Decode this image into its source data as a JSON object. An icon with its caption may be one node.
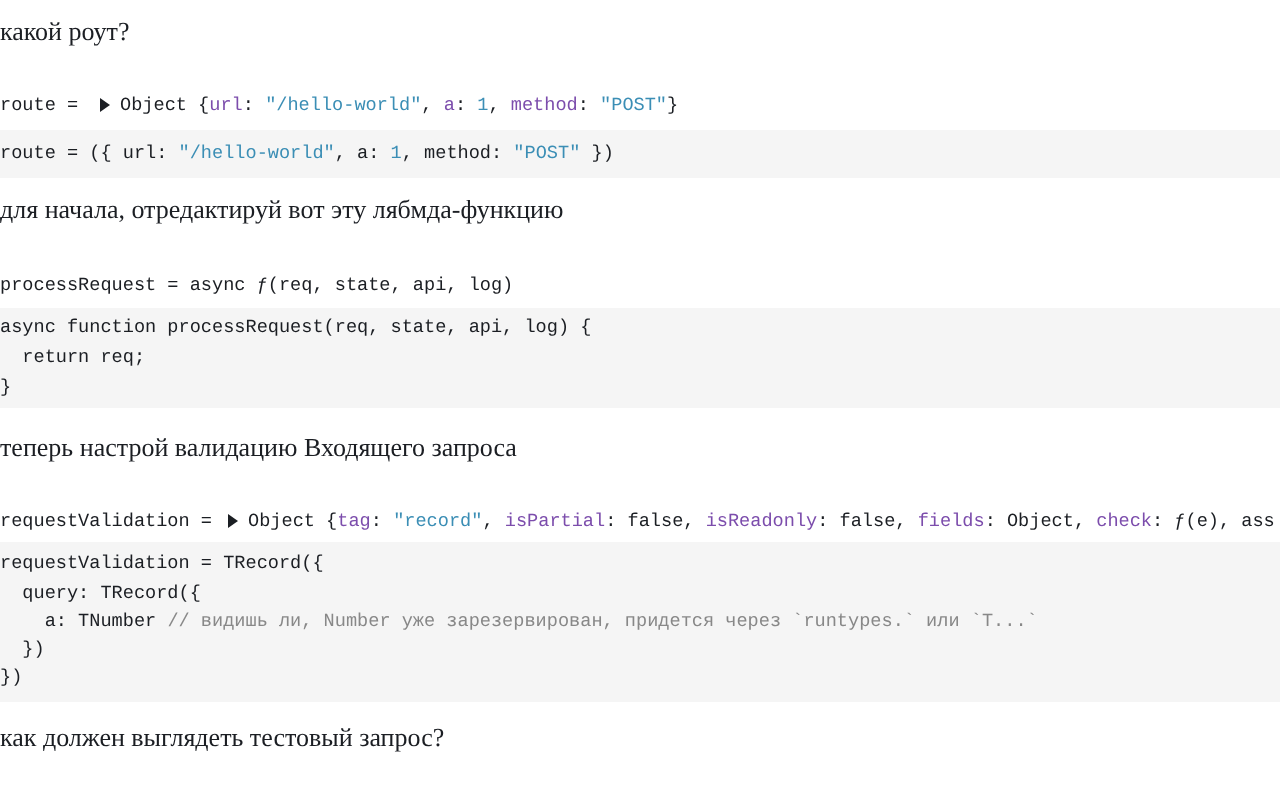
{
  "diagram": {
    "labels": [
      "какой роут?",
      "route =",
      "Object {url: \"/hello-world\", a: 1, method: \"POST\"}",
      "route = ({ url: \"/hello-world\", a: 1, method: \"POST\" })",
      "для начала, отредактируй вот эту лябмда-функцию",
      "processRequest = async ƒ(req, state, api, log)",
      "async function processRequest(req, state, api, log) {",
      "  return req;",
      "}",
      "теперь настрой валидацию Входящего запроса",
      "requestValidation =",
      "Object {tag: \"record\", isPartial: false, isReadonly: false, fields: Object, check: ƒ(e), ass",
      "requestValidation = TRecord({",
      "  query: TRecord({",
      "    a: TNumber // видишь ли, Number уже зарезервирован, придется через `runtypes.` или `T...`",
      "  })",
      "})",
      "как должен выглядеть тестовый запрос?"
    ]
  }
}
